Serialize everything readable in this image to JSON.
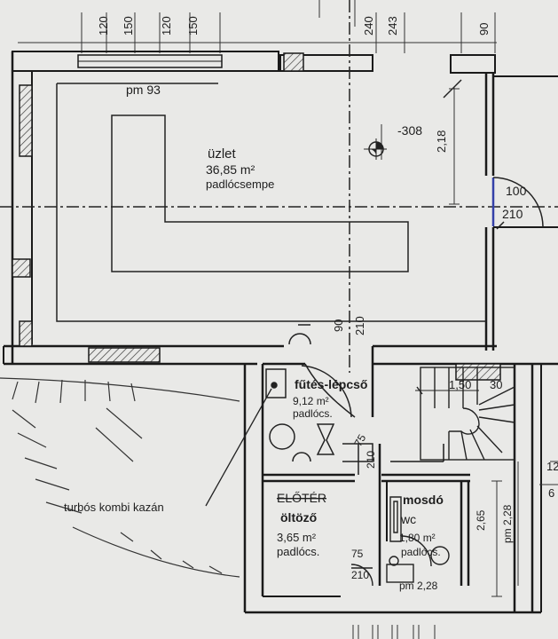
{
  "plan": {
    "top_dims": [
      "120",
      "150",
      "120",
      "150",
      "240",
      "243",
      "90"
    ],
    "ceiling_height": "pm 93",
    "level_mark": "-308",
    "dim_218": "2,18",
    "door_100": "100",
    "door_210": "210",
    "vert_90": "90",
    "vert_210": "210",
    "rooms": {
      "shop": {
        "name": "üzlet",
        "area": "36,85 m²",
        "floor": "padlócsempe"
      },
      "stair": {
        "name": "fűtés-lépcső",
        "area": "9,12 m²",
        "floor": "padlócs."
      },
      "dressing": {
        "name": "öltöző",
        "strike": "ELŐTÉR",
        "area": "3,65 m²",
        "floor": "padlócs."
      },
      "wash": {
        "name": "mosdó",
        "sub": "wc",
        "area": "1,80 m²",
        "floor": "padlócs."
      }
    },
    "stair_dims": [
      "1,50",
      "30"
    ],
    "dim_75_a": "75",
    "dim_210_a": "210",
    "dim_75_b": "75",
    "dim_210_b": "210",
    "pm_228_a": "pm 2,28",
    "pm_228_b": "pm 2,28",
    "dim_265": "2,65",
    "right_12": "12",
    "right_6": "6",
    "boiler_label": "turbós kombi kazán"
  }
}
